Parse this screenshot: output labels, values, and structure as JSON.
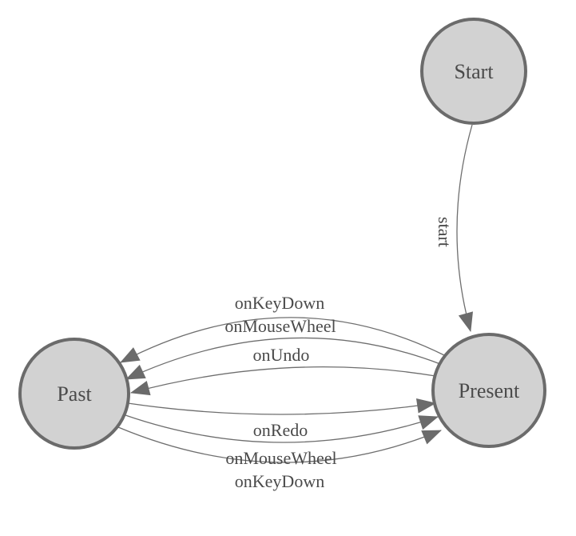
{
  "diagram": {
    "type": "state-machine",
    "background": "#ffffff",
    "colors": {
      "node_fill": "#d2d2d2",
      "node_border": "#6b6b6b",
      "edge_line": "#6e6e6e",
      "arrowhead": "#6b6b6b",
      "label_text": "#4a4a4a"
    },
    "nodes": [
      {
        "id": "start",
        "label": "Start"
      },
      {
        "id": "past",
        "label": "Past"
      },
      {
        "id": "present",
        "label": "Present"
      }
    ],
    "edges": [
      {
        "from": "Start",
        "to": "Present",
        "label": "start"
      },
      {
        "from": "Present",
        "to": "Past",
        "label": "onKeyDown"
      },
      {
        "from": "Present",
        "to": "Past",
        "label": "onMouseWheel"
      },
      {
        "from": "Present",
        "to": "Past",
        "label": "onUndo"
      },
      {
        "from": "Past",
        "to": "Present",
        "label": "onRedo"
      },
      {
        "from": "Past",
        "to": "Present",
        "label": "onMouseWheel"
      },
      {
        "from": "Past",
        "to": "Present",
        "label": "onKeyDown"
      }
    ]
  }
}
